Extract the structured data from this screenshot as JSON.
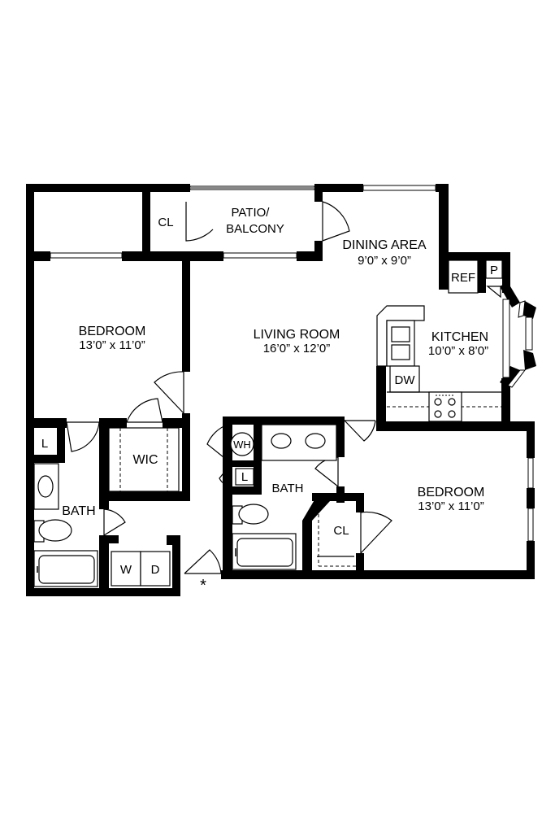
{
  "rooms": {
    "closet_top": "CL",
    "patio_line1": "PATIO/",
    "patio_line2": "BALCONY",
    "dining": "DINING AREA",
    "dining_dim": "9’0” x 9’0”",
    "bedroom1": "BEDROOM",
    "bedroom1_dim": "13’0” x 11’0”",
    "living": "LIVING ROOM",
    "living_dim": "16’0” x 12’0”",
    "kitchen": "KITCHEN",
    "kitchen_dim": "10’0” x 8’0”",
    "ref": "REF",
    "pantry": "P",
    "dw": "DW",
    "linen1": "L",
    "wic": "WIC",
    "bath1": "BATH",
    "washer": "W",
    "dryer": "D",
    "wh": "WH",
    "linen2": "L",
    "bath2": "BATH",
    "bedroom2": "BEDROOM",
    "bedroom2_dim": "13’0” x 11’0”",
    "closet2": "CL",
    "entry_mark": "*"
  }
}
